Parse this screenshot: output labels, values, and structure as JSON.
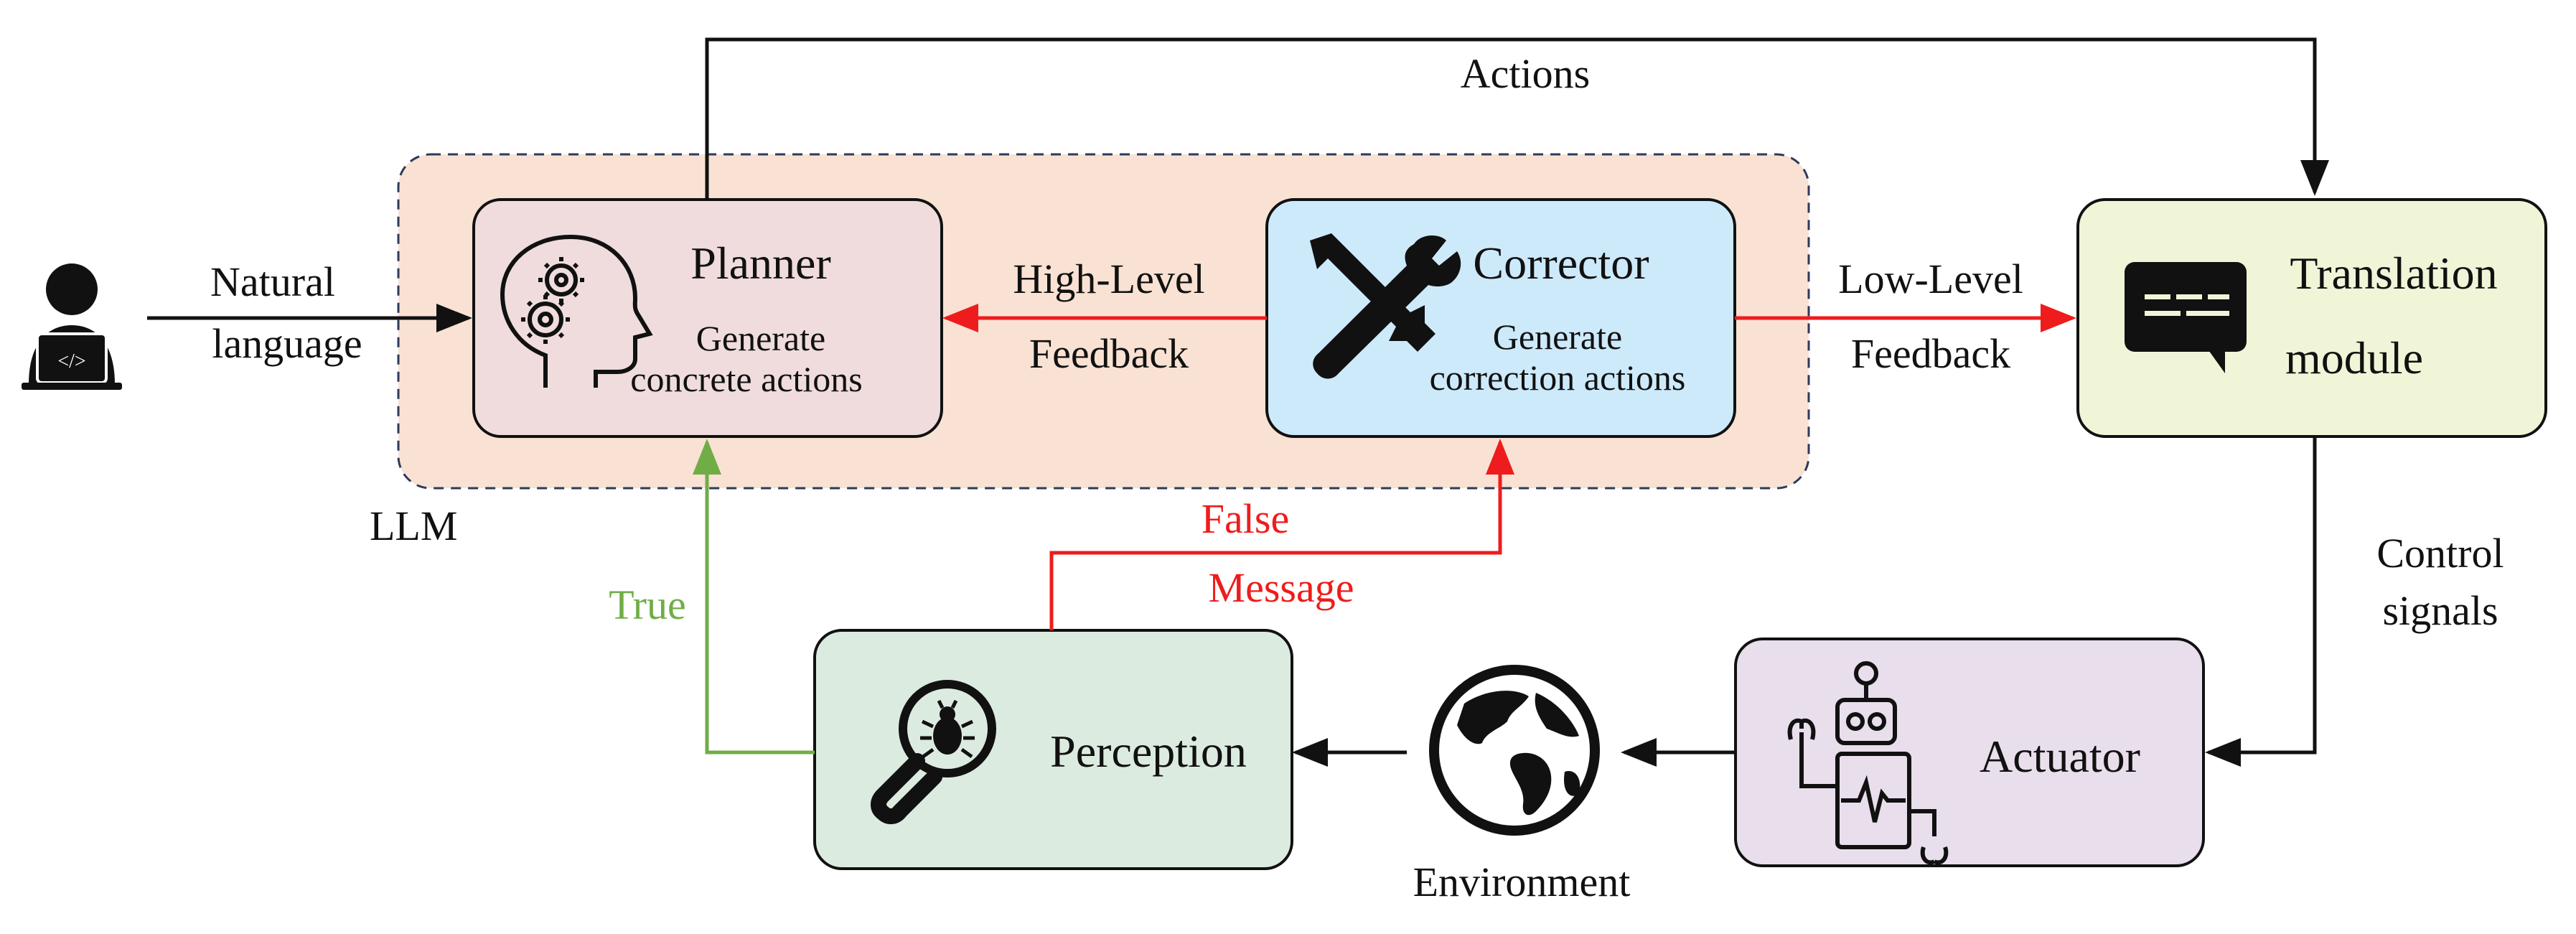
{
  "colors": {
    "llm_fill": "#f9e2d3",
    "planner_fill": "#f0dcdc",
    "corrector_fill": "#cdeafb",
    "translation_fill": "#f0f5d8",
    "actuator_fill": "#e9deec",
    "perception_fill": "#dcebdf",
    "arrow_black": "#111111",
    "arrow_red": "#ee1c1c",
    "arrow_green": "#70ad47"
  },
  "llm_group": {
    "label": "LLM"
  },
  "planner": {
    "title": "Planner",
    "line1": "Generate",
    "line2": "concrete actions",
    "icon": "head-gears-icon"
  },
  "corrector": {
    "title": "Corrector",
    "line1": "Generate",
    "line2": "correction actions",
    "icon": "wrench-screwdriver-icon"
  },
  "translation": {
    "line1": "Translation",
    "line2": "module",
    "icon": "message-bubble-icon"
  },
  "actuator": {
    "title": "Actuator",
    "icon": "robot-icon"
  },
  "perception": {
    "title": "Perception",
    "icon": "bug-magnifier-icon"
  },
  "environment": {
    "label": "Environment",
    "icon": "globe-icon"
  },
  "user": {
    "icon": "developer-user-icon"
  },
  "edges": {
    "natural_language": [
      "Natural",
      "language"
    ],
    "actions": "Actions",
    "high_level": [
      "High-Level",
      "Feedback"
    ],
    "low_level": [
      "Low-Level",
      "Feedback"
    ],
    "control_signals": [
      "Control",
      "signals"
    ],
    "true_label": "True",
    "false_message": [
      "False",
      "Message"
    ]
  }
}
